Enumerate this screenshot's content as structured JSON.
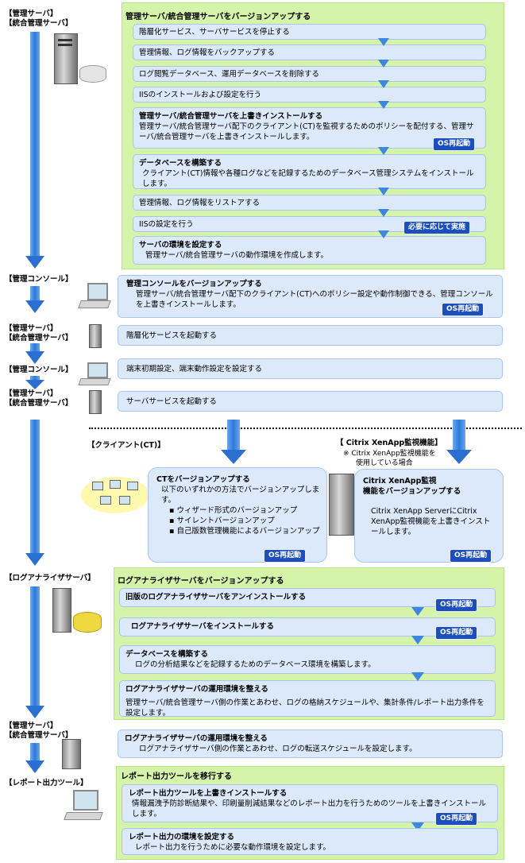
{
  "roles": {
    "server1": "【管理サーバ】",
    "server1b": "【統合管理サーバ】",
    "console1": "【管理コンソール】",
    "server2": "【管理サーバ】",
    "server2b": "【統合管理サーバ】",
    "console2": "【管理コンソール】",
    "server3": "【管理サーバ】",
    "server3b": "【統合管理サーバ】",
    "client": "【クライアント(CT)】",
    "citrix": "【 Citrix XenApp監視機能】",
    "citrix_note1": "※  Citrix XenApp監視機能を",
    "citrix_note2": "使用している場合",
    "loganalyzer": "【ログアナライザサーバ】",
    "server4": "【管理サーバ】",
    "server4b": "【統合管理サーバ】",
    "report": "【レポート出力ツール】"
  },
  "sec1": {
    "title": "管理サーバ/統合管理サーバをバージョンアップする",
    "steps": [
      "階層化サービス、サーバサービスを停止する",
      "管理情報、ログ情報をバックアップする",
      "ログ閲覧データベース、運用データベースを削除する",
      "IISのインストールおよび設定を行う"
    ],
    "overwrite_title": "管理サーバ/統合管理サーバを上書きインストールする",
    "overwrite_desc": "管理サーバ/統合管理サーバ配下のクライアント(CT)を監視するためのポリシーを配付する、管理サーバ/統合管理サーバを上書きインストールします。",
    "db_title": "データベースを構築する",
    "db_desc": "クライアント(CT)情報や各種ログなどを記録するためのデータベース管理システムをインストールします。",
    "restore": "管理情報、ログ情報をリストアする",
    "iis": "IISの設定を行う",
    "env_title": "サーバの環境を設定する",
    "env_desc": "管理サーバ/統合管理サーバの動作環境を作成します。"
  },
  "badges": {
    "os_reboot": "OS再起動",
    "as_needed": "必要に応じて実施"
  },
  "sec2": {
    "title": "管理コンソールをバージョンアップする",
    "desc": "管理サーバ/統合管理サーバ配下のクライアント(CT)へのポリシー設定や動作制御できる、管理コンソールを上書きインストールします。"
  },
  "sec3": {
    "text": "階層化サービスを起動する"
  },
  "sec4": {
    "text": "端末初期設定、端末動作設定を設定する"
  },
  "sec5": {
    "text": "サーバサービスを起動する"
  },
  "ct": {
    "title": "CTをバージョンアップする",
    "desc": "以下のいずれかの方法でバージョンアップします。",
    "items": [
      "ウィザード形式のバージョンアップ",
      "サイレントバージョンアップ",
      "自己版数管理機能によるバージョンアップ"
    ]
  },
  "citrix_box": {
    "title1": "Citrix XenApp監視",
    "title2": "機能をバージョンアップする",
    "desc": "Citrix XenApp ServerにCitrix XenApp監視機能を上書きインストールします。"
  },
  "la": {
    "title": "ログアナライザサーバをバージョンアップする",
    "step1": "旧版のログアナライザサーバをアンインストールする",
    "step2": "ログアナライザサーバをインストールする",
    "step3_title": "データベースを構築する",
    "step3_desc": "ログの分析結果などを記録するためのデータベース環境を構築します。",
    "step4_title": "ログアナライザサーバの運用環境を整える",
    "step4_desc": "管理サーバ/統合管理サーバ側の作業とあわせ、ログの格納スケジュールや、集計条件/レポート出力条件を設定します。"
  },
  "srv_la": {
    "title": "ログアナライザサーバの運用環境を整える",
    "desc": "ログアナライザサーバ側の作業とあわせ、ログの転送スケジュールを設定します。"
  },
  "rep": {
    "title": "レポート出力ツールを移行する",
    "step1_title": "レポート出力ツールを上書きインストールする",
    "step1_desc": "情報漏洩予防診断結果や、印刷量削減結果などのレポート出力を行うためのツールを上書きインストールします。",
    "step2_title": "レポート出力の環境を設定する",
    "step2_desc": "レポート出力を行うために必要な動作環境を設定します。"
  },
  "colors": {
    "green_panel": "#d6f4a9",
    "step_box": "#dbe9fa",
    "badge": "#1c4fbd",
    "arrow": "#2e79d8"
  },
  "icons": [
    "server-icon",
    "database-icon",
    "pc-icon",
    "network-icon",
    "down-arrow-icon"
  ]
}
